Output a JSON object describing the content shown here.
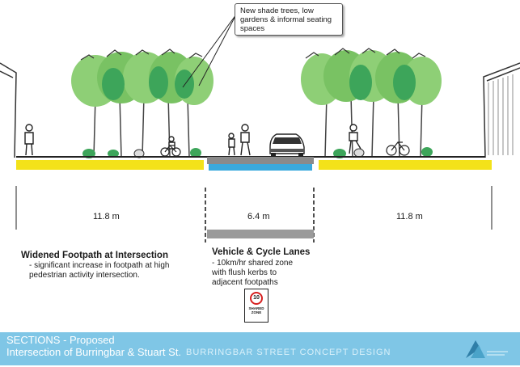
{
  "callout": {
    "text": "New shade trees, low gardens & informal seating spaces"
  },
  "dimensions": {
    "left": "11.8 m",
    "center": "6.4 m",
    "right": "11.8 m"
  },
  "left_section": {
    "title": "Widened Footpath at Intersection",
    "description": "- significant increase in footpath at high pedestrian activity intersection."
  },
  "center_section": {
    "title": "Vehicle & Cycle Lanes",
    "description": "- 10km/hr shared zone with flush kerbs to adjacent footpaths"
  },
  "sign": {
    "speed": "10",
    "label": "SHARED ZONE"
  },
  "footer": {
    "line1": "SECTIONS - Proposed",
    "line2": "Intersection of Burringbar & Stuart St.",
    "brand": "BURRINGBAR STREET CONCEPT DESIGN"
  },
  "colors": {
    "footpath": "#f3e21a",
    "roadway": "#8a8a8a",
    "cycle_lane": "#3aa9dc",
    "tree_light": "#8ecf76",
    "tree_dark": "#3da55a",
    "footer": "#7fc6e6"
  }
}
